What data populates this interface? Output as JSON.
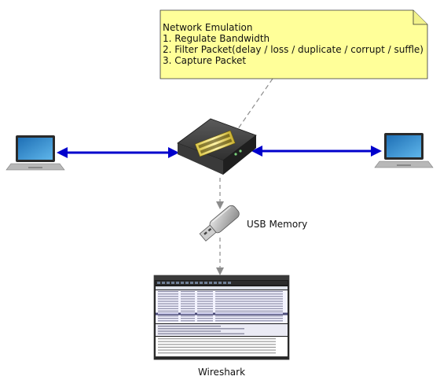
{
  "note": {
    "lines": [
      "Network Emulation",
      "1. Regulate Bandwidth",
      "2. Filter Packet(delay / loss / duplicate / corrupt / suffle)",
      "3. Capture Packet"
    ]
  },
  "labels": {
    "usb": "USB Memory",
    "wireshark": "Wireshark"
  },
  "colors": {
    "note_fill": "#ffff99",
    "link": "#0000cc",
    "dashed": "#8c8c8c"
  },
  "icons": {
    "laptop_left": "laptop-icon",
    "laptop_right": "laptop-icon",
    "device": "network-emulator-box-icon",
    "usb": "usb-memory-icon",
    "wireshark": "wireshark-screenshot-icon"
  }
}
